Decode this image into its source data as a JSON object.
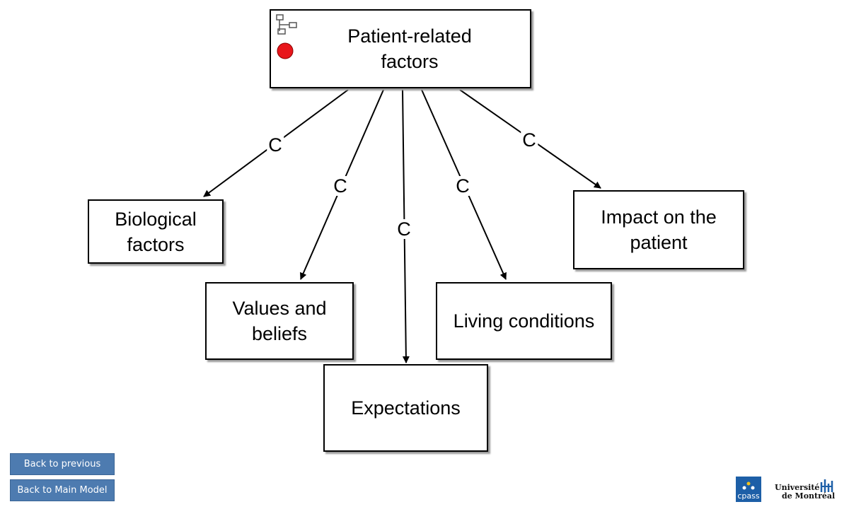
{
  "diagram": {
    "nodes": [
      {
        "id": "root",
        "label": "Patient-related\nfactors"
      },
      {
        "id": "bio",
        "label": "Biological\nfactors"
      },
      {
        "id": "values",
        "label": "Values and\nbeliefs"
      },
      {
        "id": "expect",
        "label": "Expectations"
      },
      {
        "id": "living",
        "label": "Living conditions"
      },
      {
        "id": "impact",
        "label": "Impact on the\npatient"
      }
    ],
    "edges": [
      {
        "from": "root",
        "to": "bio",
        "label": "C"
      },
      {
        "from": "root",
        "to": "values",
        "label": "C"
      },
      {
        "from": "root",
        "to": "expect",
        "label": "C"
      },
      {
        "from": "root",
        "to": "living",
        "label": "C"
      },
      {
        "from": "root",
        "to": "impact",
        "label": "C"
      }
    ]
  },
  "nav": {
    "back_previous": "Back to previous",
    "back_main": "Back to Main Model"
  },
  "logos": {
    "cpass": "cpass",
    "university_line1": "Université",
    "university_line2": "de Montréal"
  },
  "colors": {
    "status_dot": "#e8161b",
    "nav_button": "#4d7bb0",
    "cpass": "#1d5fa7"
  },
  "icons": {
    "root_hierarchy": "hierarchy-icon",
    "root_status": "status-dot-icon"
  }
}
